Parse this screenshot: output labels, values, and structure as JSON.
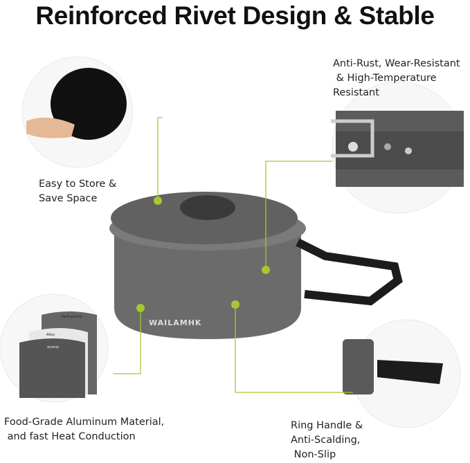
{
  "title": "Reinforced Rivet Design & Stable",
  "features": {
    "storage": "Easy to Store &\nSave Space",
    "coating": "Anti-Rust, Wear-Resistant\n & High-Temperature\nResistant",
    "material": "Food-Grade Aluminum Material,\n and fast Heat Conduction",
    "handle": "Ring Handle &\nAnti-Scalding,\n Non-Slip"
  },
  "layers": [
    "Hard alumia",
    "Alloy",
    "alumia"
  ],
  "brand": "WAILAMHK",
  "colors": {
    "accent": "#a6c832",
    "pot": "#6b6b6b",
    "handle": "#1c1c1c"
  }
}
